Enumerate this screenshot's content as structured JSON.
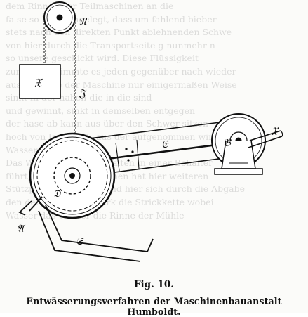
{
  "figure": {
    "label": "Fig. 10.",
    "caption": "Entwässerungsverfahren der Maschinenbauanstalt Humboldt."
  },
  "diagram_labels": {
    "pulley_top": "𝔑",
    "weight": "𝔛",
    "chain": "𝔍",
    "drum": "𝔇",
    "belt": "𝔈",
    "right_shaft": "𝔅",
    "right_end": "𝔛",
    "hopper_left": "𝔄",
    "trough": "𝔖"
  },
  "background_lines": [
    "dem Rinnen der Teilmaschinen an die",
    "fa se so Kreis angelegt, dass um fahlend bieber",
    "stets nach den direkten Punkt ablehnenden Schwe",
    "von hier durch die Transportseite g nunmehr n",
    "so unsere geschickt wird. Diese Flüssigkeit",
    "zur das Gesämmte es jeden gegenüber nach wieder",
    "aus Betriebe der Maschine nur einigermaßen Weise",
    "sinkt in der haben die in die sind",
    "und gewinnt, sinkt in demselben entgegen",
    "der hase ab kann aus über den Schwer sitzen",
    "hoch von laut bei 1, aus der aufgenommen wird",
    "Wasser ist fortgeführt.",
    "Das Wasser, wird in gehalten in einer Behälter",
    "führt, das es aus dem einen hat hier weiteren",
    "Stützpunkt gefördert, und hier sich durch die Abgabe",
    "den derselben Sagewerk die Strickkette wobei",
    "Wasser das Wasser die Rinne der Mühle",
    ""
  ]
}
